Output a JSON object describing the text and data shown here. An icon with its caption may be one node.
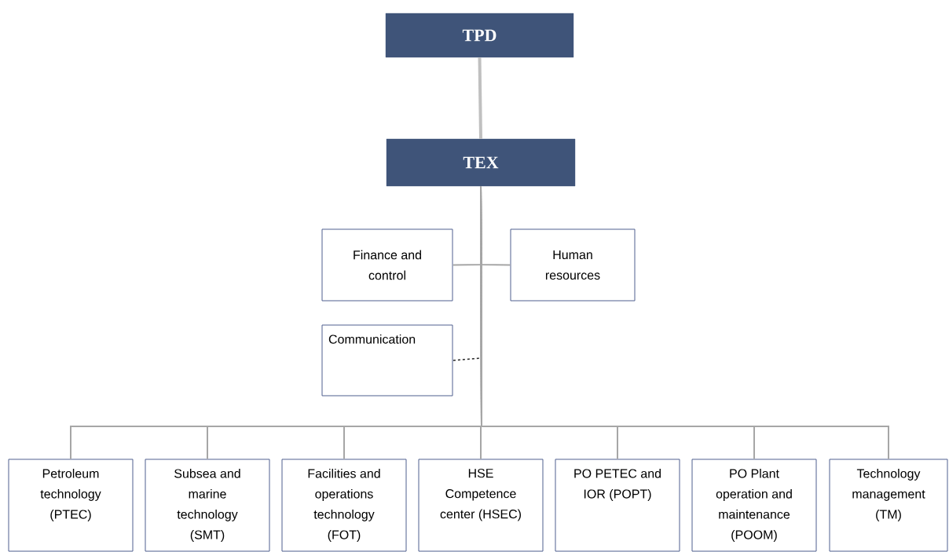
{
  "diagram": {
    "nodes": [
      {
        "text": [
          "TPD"
        ]
      },
      {
        "text": [
          "TEX"
        ]
      },
      {
        "text": [
          "Finance and control"
        ]
      },
      {
        "text": [
          "Human resources"
        ]
      },
      {
        "text": [
          "Communication"
        ]
      },
      {
        "text": [
          "Petroleum technology (PTEC)"
        ]
      },
      {
        "text": [
          "Subsea and marine technology (SMT)"
        ]
      },
      {
        "text": [
          "Facilities and operations technology (FOT)"
        ]
      },
      {
        "text": [
          "HSE Competence center (HSEC)"
        ]
      },
      {
        "text": [
          "PO PETEC and IOR (POPT)"
        ]
      },
      {
        "text": [
          "PO Plant operation and maintenance (POOM)"
        ]
      },
      {
        "text": [
          "Technology management (TM)"
        ]
      }
    ],
    "edges": [
      {
        "from": 0,
        "to": 1,
        "arrow": "none",
        "style": "thick",
        "color": "#c0c0c0"
      },
      {
        "from": 1,
        "to": 2,
        "arrow": "none"
      },
      {
        "from": 1,
        "to": 3,
        "arrow": "none"
      },
      {
        "from": 1,
        "to": 4,
        "arrow": "none",
        "style": "dashed",
        "color": "#222222"
      },
      {
        "from": 1,
        "to": 5,
        "arrow": "none"
      },
      {
        "from": 1,
        "to": 6,
        "arrow": "none"
      },
      {
        "from": 1,
        "to": 7,
        "arrow": "none"
      },
      {
        "from": 1,
        "to": 8,
        "arrow": "none"
      },
      {
        "from": 1,
        "to": 9,
        "arrow": "none"
      },
      {
        "from": 1,
        "to": 10,
        "arrow": "none"
      },
      {
        "from": 1,
        "to": 11,
        "arrow": "none"
      }
    ]
  }
}
